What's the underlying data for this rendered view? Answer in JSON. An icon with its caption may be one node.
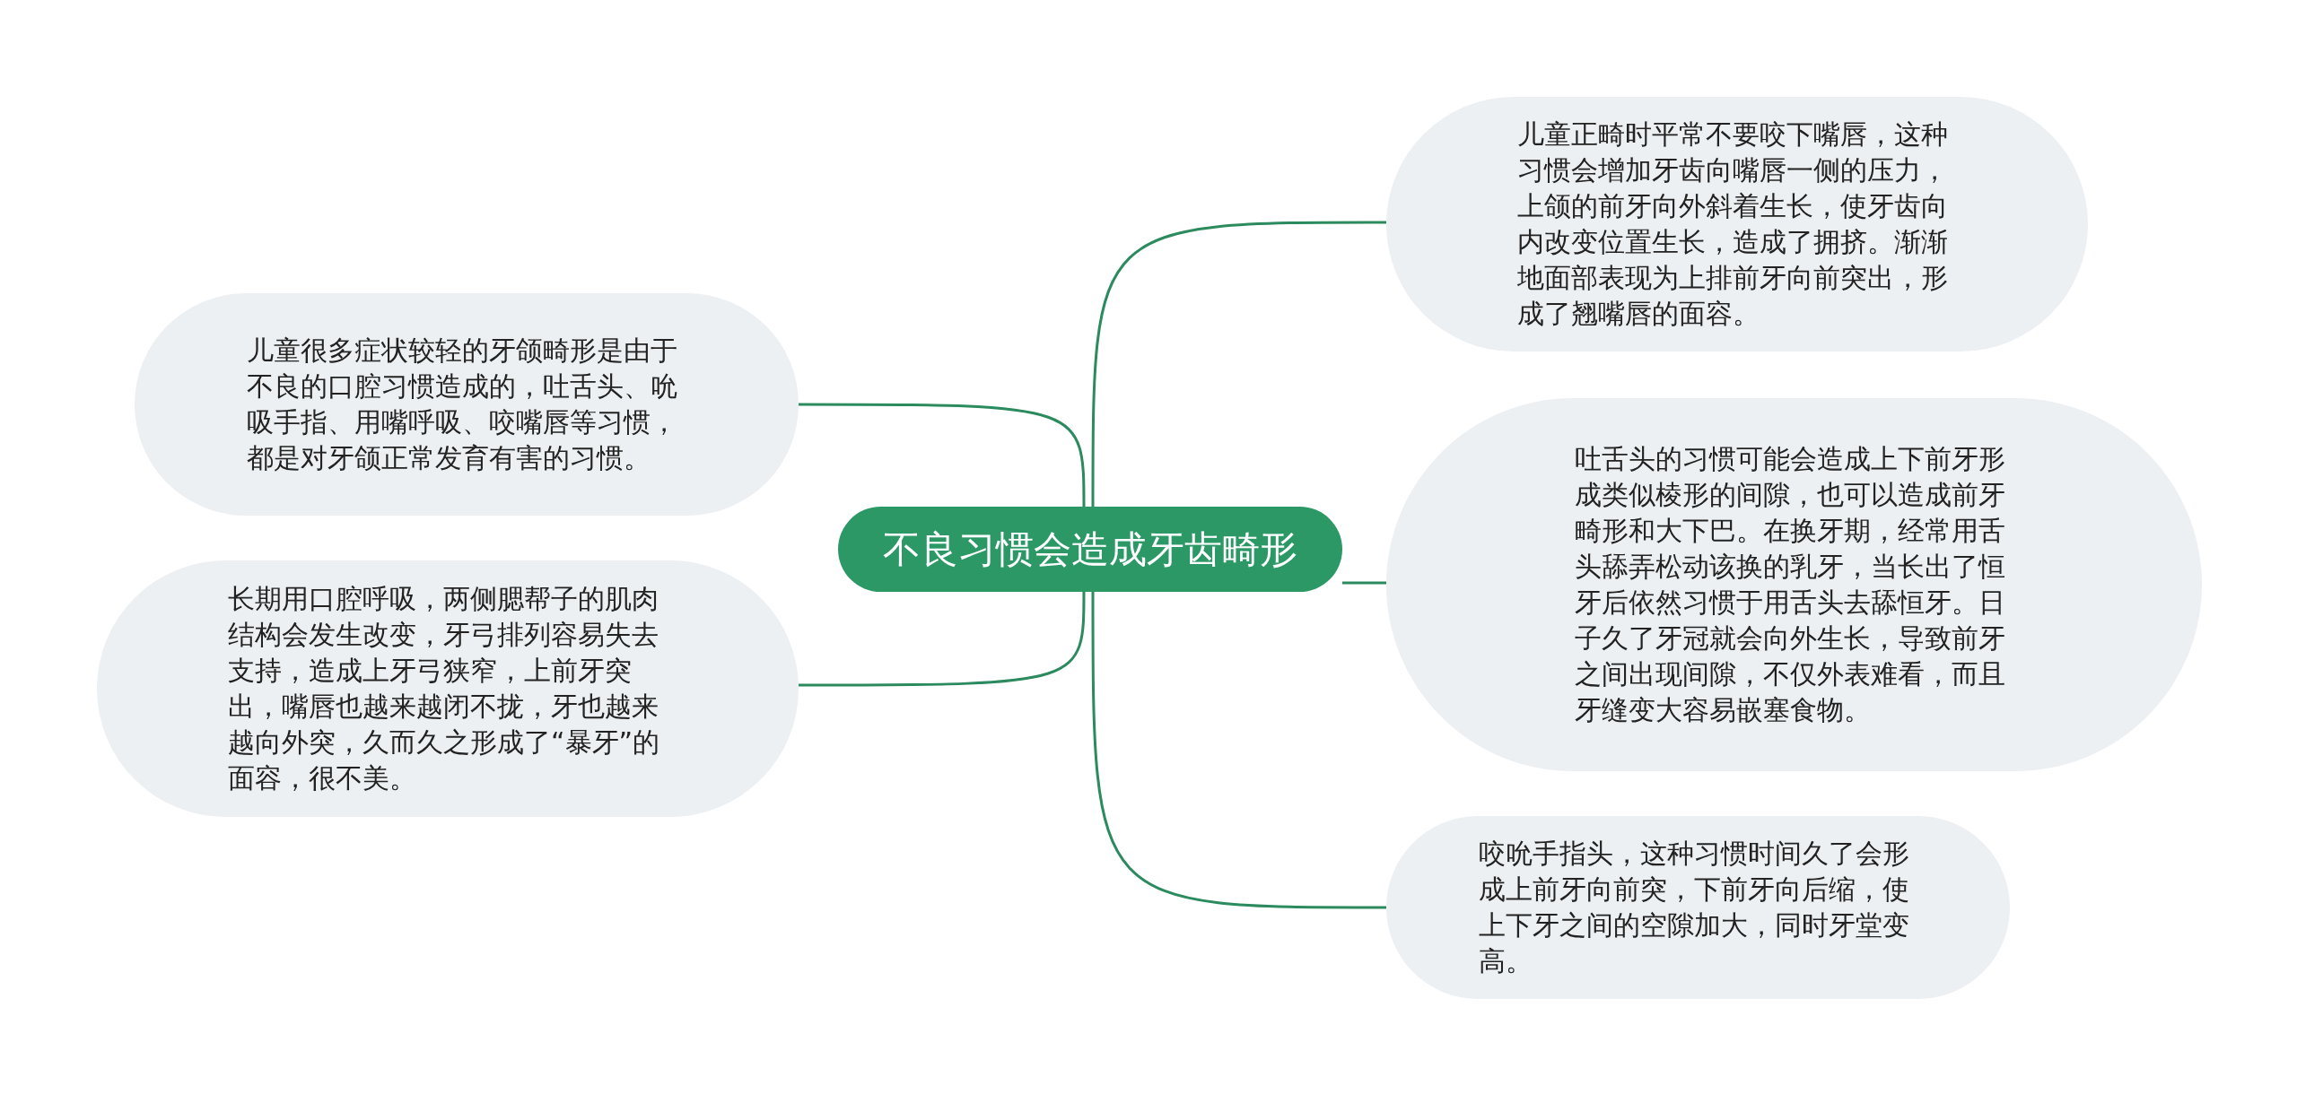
{
  "diagram": {
    "nodes": [
      {
        "text": [
          "不良习惯会造成牙齿畸形"
        ]
      },
      {
        "text": [
          "儿童很多症状较轻的牙颌畸形是由于不良的口腔习惯造成的，吐舌头、吮吸手指、用嘴呼吸、咬嘴唇等习惯，都是对牙颌正常发育有害的习惯。"
        ]
      },
      {
        "text": [
          "长期用口腔呼吸，两侧腮帮子的肌肉结构会发生改变，牙弓排列容易失去支持，造成上牙弓狭窄，上前牙突出，嘴唇也越来越闭不拢，牙也越来越向外突，久而久之形成了“暴牙”的面容，很不美。"
        ]
      },
      {
        "text": [
          "儿童正畸时平常不要咬下嘴唇，这种习惯会增加牙齿向嘴唇一侧的压力，上颌的前牙向外斜着生长，使牙齿向内改变位置生长，造成了拥挤。渐渐地面部表现为上排前牙向前突出，形成了翘嘴唇的面容。"
        ]
      },
      {
        "text": [
          "吐舌头的习惯可能会造成上下前牙形成类似棱形的间隙，也可以造成前牙畸形和大下巴。在换牙期，经常用舌头舔弄松动该换的乳牙，当长出了恒牙后依然习惯于用舌头去舔恒牙。日子久了牙冠就会向外生长，导致前牙之间出现间隙，不仅外表难看，而且牙缝变大容易嵌塞食物。"
        ]
      },
      {
        "text": [
          "咬吮手指头，这种习惯时间久了会形成上前牙向前突，下前牙向后缩，使上下牙之间的空隙加大，同时牙堂变高。"
        ]
      }
    ],
    "edges": [
      {
        "from": 0,
        "to": 1,
        "arrow": "none"
      },
      {
        "from": 0,
        "to": 2,
        "arrow": "none"
      },
      {
        "from": 0,
        "to": 3,
        "arrow": "none"
      },
      {
        "from": 0,
        "to": 4,
        "arrow": "none"
      },
      {
        "from": 0,
        "to": 5,
        "arrow": "none"
      }
    ]
  }
}
